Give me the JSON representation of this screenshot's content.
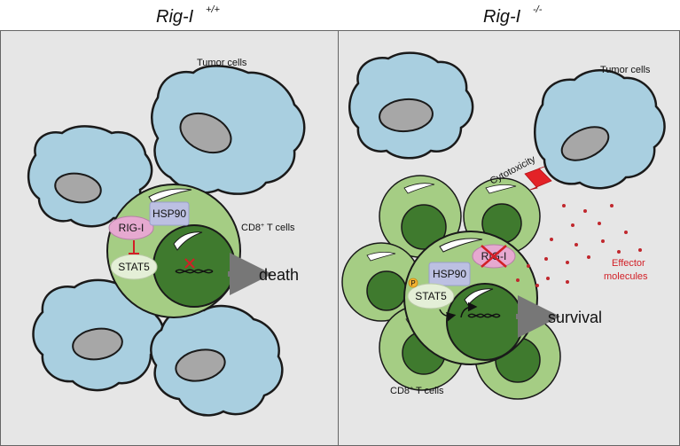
{
  "panels": [
    {
      "title": "Rig-I",
      "title_sup": "+/+"
    },
    {
      "title": "Rig-I",
      "title_sup": "-/-"
    }
  ],
  "left": {
    "tumor_label": "Tumor cells",
    "tcell_label_main": "CD8",
    "tcell_label_sup": "+",
    "tcell_label_rest": " T cells",
    "molecules": {
      "rigi": "RIG-I",
      "hsp90": "HSP90",
      "stat5": "STAT5"
    },
    "outcome": "death"
  },
  "right": {
    "tumor_label": "Tumor cells",
    "tcell_label_main": "CD8",
    "tcell_label_sup": "+",
    "tcell_label_rest": " T cells",
    "molecules": {
      "rigi": "RIG-I",
      "hsp90": "HSP90",
      "stat5": "STAT5",
      "phospho": "P"
    },
    "cytotoxicity": "Cytotoxicity",
    "effector_line1": "Effector",
    "effector_line2": "molecules",
    "outcome": "survival"
  },
  "colors": {
    "panel_bg": "#e6e6e6",
    "tumor": "#a9cfe0",
    "nucleus_tumor": "#a7a7a7",
    "tcell": "#a5cd84",
    "tcell_nucleus": "#3f7a2e",
    "rigi": "#e6a9d0",
    "hsp90": "#bcc0e2",
    "stat5": "#e4efd7",
    "effector": "#c0272d",
    "arrow": "#7a7a7a"
  }
}
